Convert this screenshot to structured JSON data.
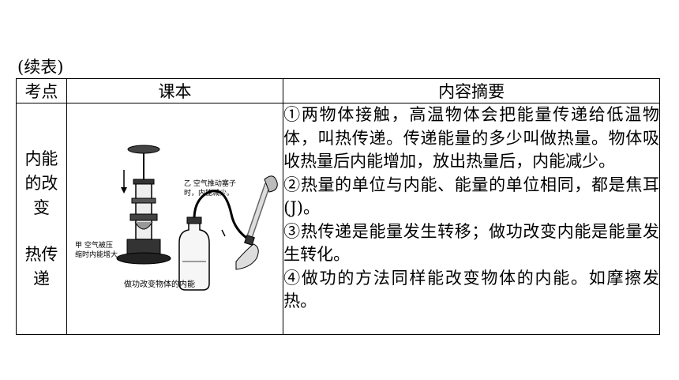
{
  "caption": "(续表)",
  "table": {
    "headers": [
      "考点",
      "课本",
      "内容摘要"
    ],
    "topic_lines": [
      "内能",
      "的改",
      "变",
      "热传",
      "递"
    ],
    "figure": {
      "label_yi": "乙  空气推动塞子",
      "label_yi_2": "时，内能减少。",
      "label_jia": "甲  空气被压",
      "label_jia_2": "缩时内能增大",
      "caption": "做功改变物体的内能"
    },
    "summary": [
      "①两物体接触，高温物体会把能量传递给低温物体，叫热传递。传递能量的多少叫做热量。物体吸收热量后内能增加，放出热量后，内能减少。",
      "②热量的单位与内能、能量的单位相同，都是焦耳(J)。",
      "③热传递是能量发生转移；做功改变内能是能量发生转化。",
      "④做功的方法同样能改变物体的内能。如摩擦发热。"
    ]
  }
}
